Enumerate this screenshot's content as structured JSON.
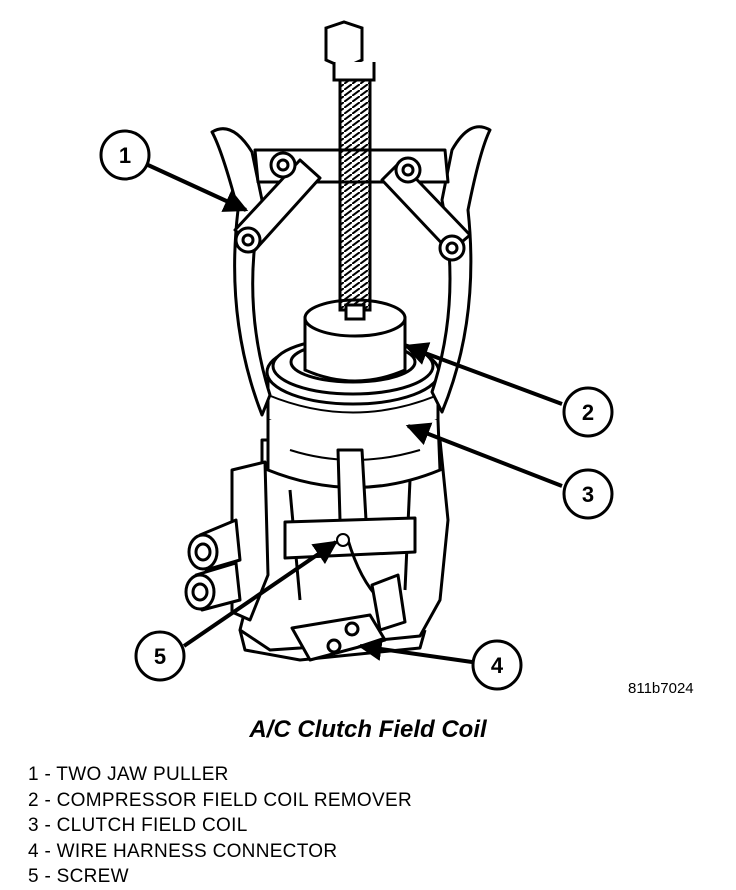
{
  "figure_id": "811b7024",
  "caption": "A/C Clutch Field Coil",
  "callouts": [
    "1",
    "2",
    "3",
    "4",
    "5"
  ],
  "legend": [
    "1 - TWO JAW PULLER",
    "2 - COMPRESSOR FIELD COIL REMOVER",
    "3 - CLUTCH FIELD COIL",
    "4 - WIRE HARNESS CONNECTOR",
    "5 - SCREW"
  ],
  "colors": {
    "line": "#000000",
    "background": "#ffffff"
  }
}
